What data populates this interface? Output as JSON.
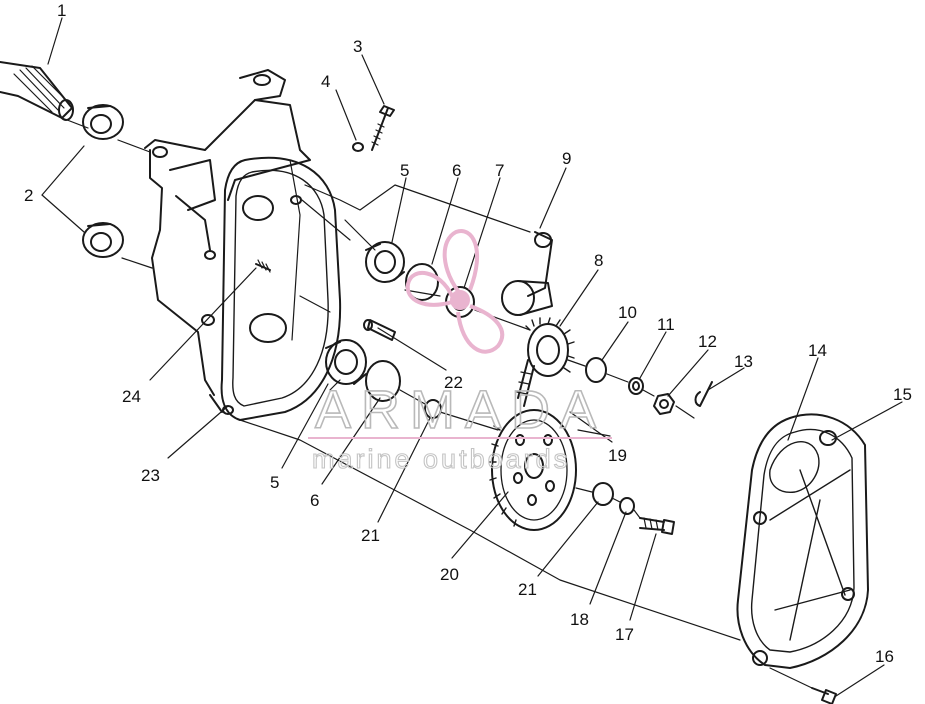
{
  "watermark": {
    "title": "ARMADA",
    "subtitle": "marine outboards",
    "logo_icon": "propeller-logo-icon",
    "accent_color": "#e9b4cf"
  },
  "callouts": [
    "1",
    "2",
    "3",
    "4",
    "5",
    "6",
    "7",
    "8",
    "9",
    "10",
    "11",
    "12",
    "13",
    "14",
    "15",
    "16",
    "17",
    "18",
    "19",
    "20",
    "21",
    "21",
    "22",
    "23",
    "24",
    "5",
    "6"
  ],
  "colors": {
    "line": "#1a1a1a",
    "background": "#ffffff"
  }
}
